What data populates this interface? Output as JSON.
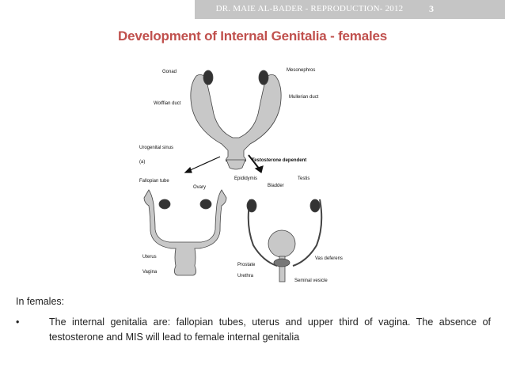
{
  "header": {
    "text": "DR. MAIE AL-BADER - REPRODUCTION- 2012",
    "page_number": "3"
  },
  "title": "Development of Internal Genitalia - females",
  "figure": {
    "labels": {
      "gonad": "Gonad",
      "mesonephros": "Mesonephros",
      "wolffian_duct": "Wolffian duct",
      "mullerian_duct": "Mullerian duct",
      "urogenital_sinus": "Urogenital sinus",
      "panel": "(a)",
      "testosterone": "Testosterone dependent",
      "fallopian_tube": "Fallopian tube",
      "ovary": "Ovary",
      "epididymis": "Epididymis",
      "testis": "Testis",
      "bladder": "Bladder",
      "uterus": "Uterus",
      "vagina": "Vagina",
      "vas_deferens": "Vas deferens",
      "prostate": "Prostate",
      "urethra": "Urethra",
      "seminal_vesicle": "Seminal vesicle"
    }
  },
  "body": {
    "intro": "In females:",
    "bullet_mark": "•",
    "bullet": "The internal genitalia are: fallopian tubes, uterus and upper third of vagina. The absence of testosterone and MIS will lead to female internal genitalia"
  }
}
